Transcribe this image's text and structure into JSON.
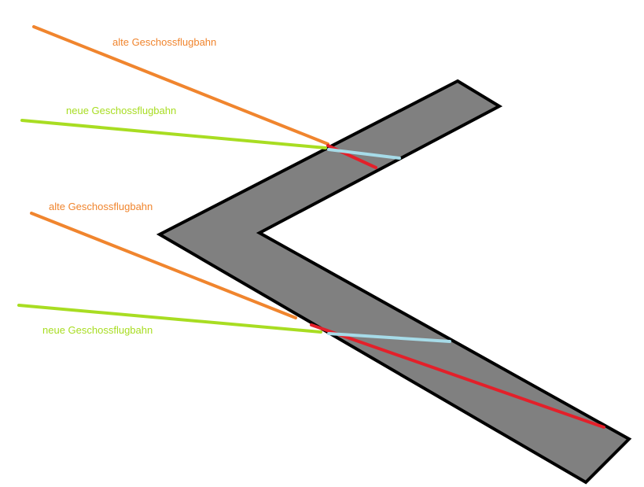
{
  "colors": {
    "background": "#ffffff",
    "plate_fill": "#808080",
    "plate_outline": "#000000",
    "old_trajectory": "#f0852e",
    "new_trajectory": "#a8dd22",
    "old_path_in_plate": "#e3202a",
    "new_path_in_plate": "#a6dbe8"
  },
  "labels": {
    "top_old": "alte Geschossflugbahn",
    "top_new": "neue Geschossflugbahn",
    "bottom_old": "alte Geschossflugbahn",
    "bottom_new": "neue Geschossflugbahn"
  }
}
